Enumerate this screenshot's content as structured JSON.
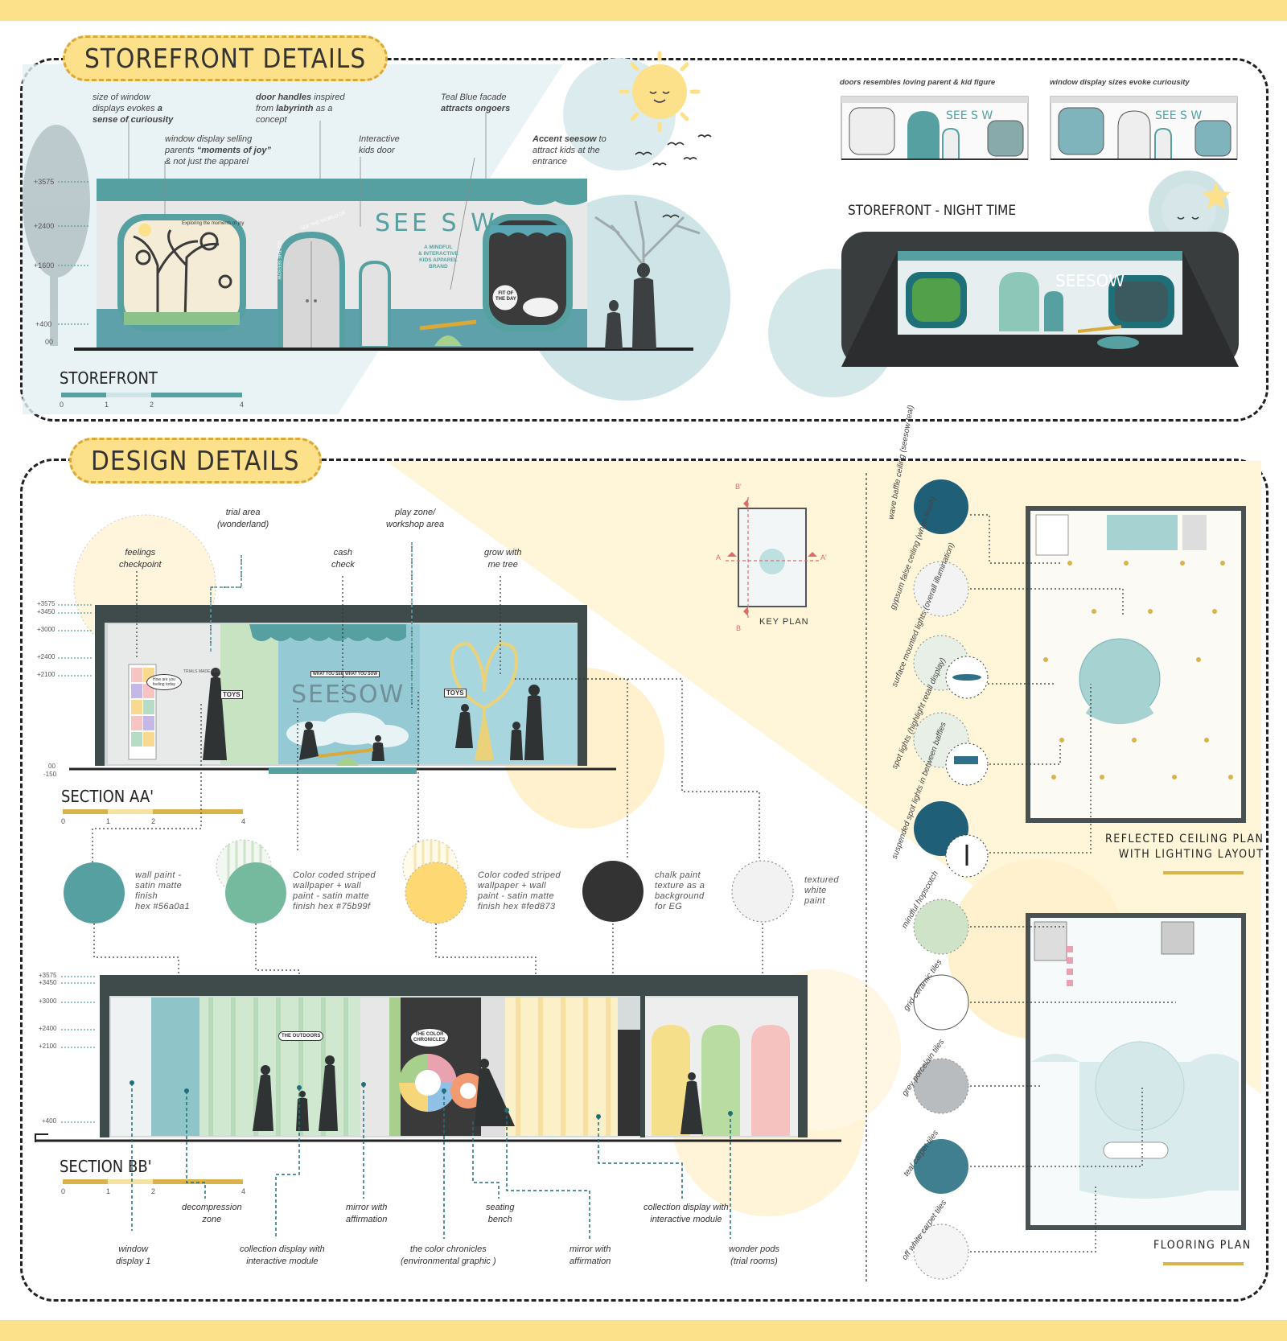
{
  "colors": {
    "band": "#fde08a",
    "teal": "#56a0a1",
    "green": "#75b99f",
    "yellow": "#fed873",
    "chalk": "#333333",
    "white": "#f2f2f2",
    "dark": "#2f3333"
  },
  "storefront": {
    "section_title": "STOREFRONT DETAILS",
    "elevation_title": "STOREFRONT",
    "scale_ticks": [
      "0",
      "1",
      "2",
      "4"
    ],
    "levels": [
      "+3575",
      "+2400",
      "+1600",
      "+400",
      "00"
    ],
    "annotations": {
      "a1_l1": "size of window",
      "a1_l2": "displays evokes",
      "a1_l2b": "a",
      "a1_l3": "sense of curiousity",
      "a2_l1": "window display selling",
      "a2_l2": "parents",
      "a2_l2b": "“moments of joy”",
      "a2_l3": "& not just the apparel",
      "a3_l1b": "door handles",
      "a3_l1": "inspired",
      "a3_l2": "from",
      "a3_l2b": "labyrinth",
      "a3_l2c": "as a",
      "a3_l3": "concept",
      "a4_l1": "Interactive",
      "a4_l2": "kids door",
      "a5_l1": "Teal Blue facade",
      "a5_l2": "attracts ongoers",
      "a6_l1b": "Accent seesow",
      "a6_l1": "to",
      "a6_l2": "attract kids at the",
      "a6_l3": "entrance"
    },
    "facade": {
      "brand": "SEE S W",
      "tagline_l1": "A MINDFUL",
      "tagline_l2": "& INTERACTIVE",
      "tagline_l3": "KIDS APPAREL",
      "tagline_l4": "BRAND",
      "window_text": "Exploring the moments of joy",
      "fit_l1": "FIT OF",
      "fit_l2": "THE DAY",
      "arch_text": "SEE THE WORLD OF",
      "arch_text2": "SEE THE SEESOW"
    },
    "thumb1_caption": "doors resembles loving parent & kid figure",
    "thumb2_caption": "window display sizes evoke curiousity",
    "night_title": "STOREFRONT - NIGHT TIME",
    "night_brand": "SEESOW"
  },
  "design": {
    "section_title": "DESIGN DETAILS",
    "key_plan": "KEY PLAN",
    "key_marks": {
      "a": "A",
      "a2": "A'",
      "b": "B",
      "b2": "B'"
    },
    "section_aa": "SECTION AA'",
    "section_bb": "SECTION BB'",
    "scale_ticks": [
      "0",
      "1",
      "2",
      "4"
    ],
    "levels_aa": [
      "+3575",
      "+3450",
      "+3000",
      "+2400",
      "+2100",
      "00",
      "-150"
    ],
    "levels_bb": [
      "+3575",
      "+3450",
      "+3000",
      "+2400",
      "+2100",
      "+400"
    ],
    "aa_labels": {
      "feel_l1": "feelings",
      "feel_l2": "checkpoint",
      "trial_l1": "trial area",
      "trial_l2": "(wonderland)",
      "cash_l1": "cash",
      "cash_l2": "check",
      "play_l1": "play zone/",
      "play_l2": "workshop area",
      "tree_l1": "grow with",
      "tree_l2": "me tree"
    },
    "aa_details": {
      "brand": "SEESOW",
      "toys": "TOYS",
      "sign1": "WHAT YOU SEE",
      "sign2": "WHAT YOU SOW",
      "bubble": "How are you feeling today",
      "trials": "TRIALS MADE FUN"
    },
    "materials": [
      {
        "l1": "wall paint -",
        "l2": "satin matte",
        "l3": "finish",
        "l4": "hex #56a0a1"
      },
      {
        "l1": "Color coded striped",
        "l2": "wallpaper + wall",
        "l3": "paint - satin matte",
        "l4": "finish hex #75b99f"
      },
      {
        "l1": "Color coded striped",
        "l2": "wallpaper + wall",
        "l3": "paint - satin matte",
        "l4": "finish hex #fed873"
      },
      {
        "l1": "chalk paint",
        "l2": "texture as a",
        "l3": "background",
        "l4": "for EG"
      },
      {
        "l1": "textured",
        "l2": "white",
        "l3": "paint",
        "l4": ""
      }
    ],
    "bb_details": {
      "outdoors": "THE OUTDOORS",
      "chron_l1": "THE COLOR",
      "chron_l2": "CHRONICLES"
    },
    "bb_labels": {
      "decomp_l1": "decompression",
      "decomp_l2": "zone",
      "mirror1_l1": "mirror with",
      "mirror1_l2": "affirmation",
      "seat_l1": "seating",
      "seat_l2": "bench",
      "coll2_l1": "collection display with",
      "coll2_l2": "interactive module",
      "win_l1": "window",
      "win_l2": "display 1",
      "coll1_l1": "collection display with",
      "coll1_l2": "interactive module",
      "chron_l1": "the color chronicles",
      "chron_l2": "(environmental graphic )",
      "mirror2_l1": "mirror with",
      "mirror2_l2": "affirmation",
      "pods_l1": "wonder pods",
      "pods_l2": "(trial rooms)"
    },
    "ceiling_items": [
      "wave baffle ceiling (seesow teal)",
      "gypsum false ceiling (white finish)",
      "surface mounted lights (overall illumination)",
      "spot lights (highlight retail display)",
      "suspended spot lights in between baffles"
    ],
    "rcp_title_l1": "REFLECTED CEILING PLAN",
    "rcp_title_l2": "WITH LIGHTING LAYOUT",
    "floor_items": [
      "mindful hopscotch",
      "grid ceramic tiles",
      "grey porcelain tiles",
      "teal carpet tiles",
      "off white carpet tiles"
    ],
    "floor_title": "FLOORING PLAN"
  }
}
